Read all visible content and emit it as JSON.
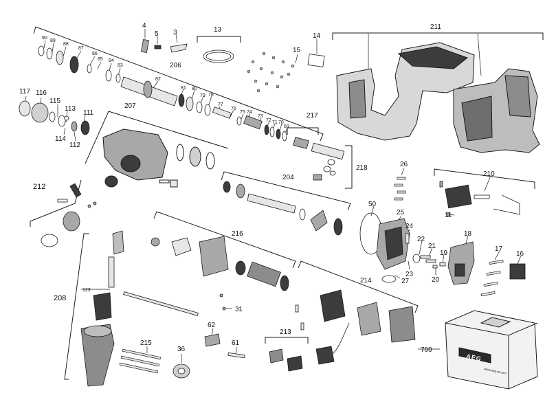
{
  "labels": {
    "l90": "90",
    "l89": "89",
    "l88": "88",
    "l87": "87",
    "l86": "86",
    "l85": "85",
    "l84": "84",
    "l83": "83",
    "l82": "82",
    "l81": "81",
    "l80": "80",
    "l79": "79",
    "l78": "78",
    "l77": "77",
    "l76": "76",
    "l75": "75",
    "l74": "74",
    "l73": "73",
    "l72": "72",
    "l71": "71",
    "l70": "70",
    "l69": "69",
    "l4": "4",
    "l5": "5",
    "l3": "3",
    "l13": "13",
    "l14": "14",
    "l15": "15",
    "l211": "211",
    "l206": "206",
    "l117": "117",
    "l116": "116",
    "l115": "115",
    "l113": "113",
    "l111": "111",
    "l114": "114",
    "l112": "112",
    "l207": "207",
    "l217": "217",
    "l218": "218",
    "l212": "212",
    "l204": "204",
    "l26": "26",
    "l210": "210",
    "l11": "11",
    "l50": "50",
    "l25": "25",
    "l24": "24",
    "l22": "22",
    "l21": "21",
    "l18": "18",
    "l17": "17",
    "l16": "16",
    "l19": "19",
    "l20": "20",
    "l23": "23",
    "l27": "27",
    "l216": "216",
    "l208": "208",
    "l123": "123",
    "l31": "31",
    "l214": "214",
    "l213": "213",
    "l215": "215",
    "l36": "36",
    "l62": "62",
    "l61": "61",
    "l700": "700"
  },
  "case": {
    "brand": "AEG",
    "website": "www.aeg-pt.com"
  },
  "colors": {
    "line": "#1a1a1a",
    "part_light": "#e6e6e6",
    "part_mid": "#a8a8a8",
    "part_dark": "#3c3c3c",
    "case_fill": "#f2f2f2",
    "logo_bg": "#2a2a2a"
  }
}
